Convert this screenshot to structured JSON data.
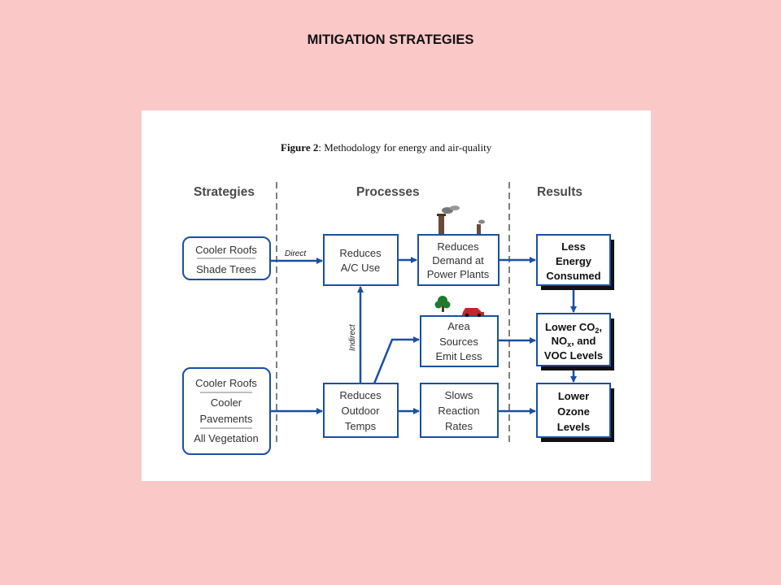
{
  "slide": {
    "title": "MITIGATION STRATEGIES"
  },
  "figure": {
    "caption_bold": "Figure 2",
    "caption_rest": ": Methodology for energy and air-quality",
    "columns": {
      "strategies": "Strategies",
      "processes": "Processes",
      "results": "Results"
    },
    "strategy_boxes": {
      "top": {
        "line1": "Cooler Roofs",
        "line2": "Shade Trees"
      },
      "bottom": {
        "line1": "Cooler Roofs",
        "line2a": "Cooler",
        "line2b": "Pavements",
        "line3": "All Vegetation"
      }
    },
    "edge_labels": {
      "direct": "Direct",
      "indirect": "Indirect"
    },
    "process_boxes": {
      "ac": {
        "line1": "Reduces",
        "line2": "A/C Use"
      },
      "demand": {
        "line1": "Reduces",
        "line2": "Demand at",
        "line3": "Power Plants"
      },
      "area": {
        "line1": "Area",
        "line2": "Sources",
        "line3": "Emit Less"
      },
      "outdoor": {
        "line1": "Reduces",
        "line2": "Outdoor",
        "line3": "Temps"
      },
      "reaction": {
        "line1": "Slows",
        "line2": "Reaction",
        "line3": "Rates"
      }
    },
    "result_boxes": {
      "energy": {
        "line1": "Less",
        "line2": "Energy",
        "line3": "Consumed"
      },
      "emissions": {
        "l1_main": "Lower CO",
        "l1_sub": "2",
        "l1_end": ",",
        "l2_main": "NO",
        "l2_sub": "x",
        "l2_end": ", and",
        "line3": "VOC Levels"
      },
      "ozone": {
        "line1": "Lower",
        "line2": "Ozone",
        "line3": "Levels"
      }
    },
    "icons": [
      "factory-smokestack-icon",
      "tree-icon",
      "car-icon"
    ],
    "colors": {
      "arrow": "#1a4fa3",
      "box_border": "#1a4fa3",
      "background": "#fbc8c8"
    }
  }
}
